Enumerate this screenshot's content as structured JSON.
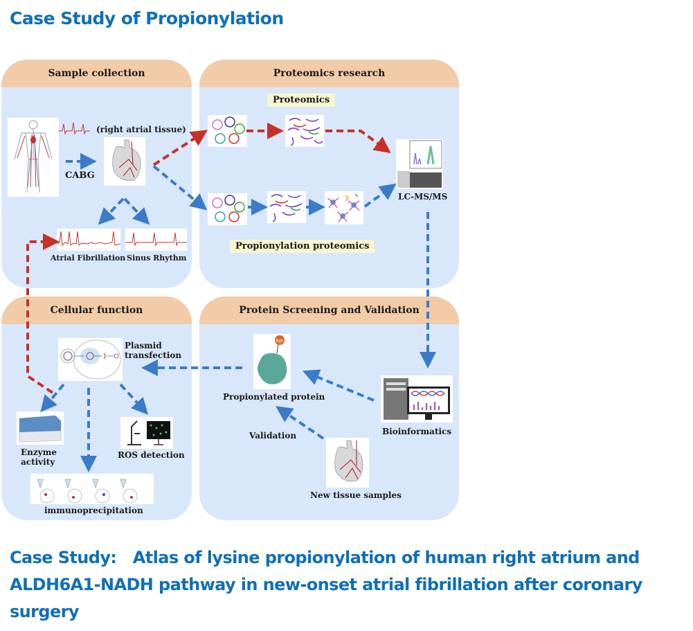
{
  "title": "Case Study of Propionylation",
  "caption": "Case Study:　Atlas of lysine propionylation of human right atrium and ALDH6A1-NADH pathway in new-onset atrial fibrillation after coronary surgery",
  "colors": {
    "title_blue": "#0f6fb8",
    "panel_header": "#f2cba8",
    "panel_body": "#d9e7fb",
    "arrow_blue": "#3a7cc9",
    "arrow_red": "#c8302a",
    "tag_bg": "#f7f6cf",
    "protein_teal": "#5aa89a",
    "kpr_orange": "#d9662b"
  },
  "panels": {
    "sample_collection": {
      "heading": "Sample collection",
      "tissue_label": "(right atrial tissue)",
      "procedure_label": "CABG",
      "af_label": "Atrial Fibrillation",
      "sr_label": "Sinus Rhythm"
    },
    "proteomics_research": {
      "heading": "Proteomics research",
      "proteomics_tag": "Proteomics",
      "propionylation_tag": "Propionylation proteomics",
      "instrument_label": "LC-MS/MS"
    },
    "cellular_function": {
      "heading": "Cellular function",
      "plasmid_label_1": "Plasmid",
      "plasmid_label_2": "transfection",
      "enzyme_label_1": "Enzyme",
      "enzyme_label_2": "activity",
      "ros_label": "ROS detection",
      "ip_label": "immunoprecipitation"
    },
    "screening_validation": {
      "heading": "Protein Screening and Validation",
      "protein_label": "Propionylated protein",
      "kpr_label": "Kpr",
      "bioinformatics_label": "Bioinformatics",
      "validation_label": "Validation",
      "new_tissue_label": "New tissue samples"
    }
  }
}
